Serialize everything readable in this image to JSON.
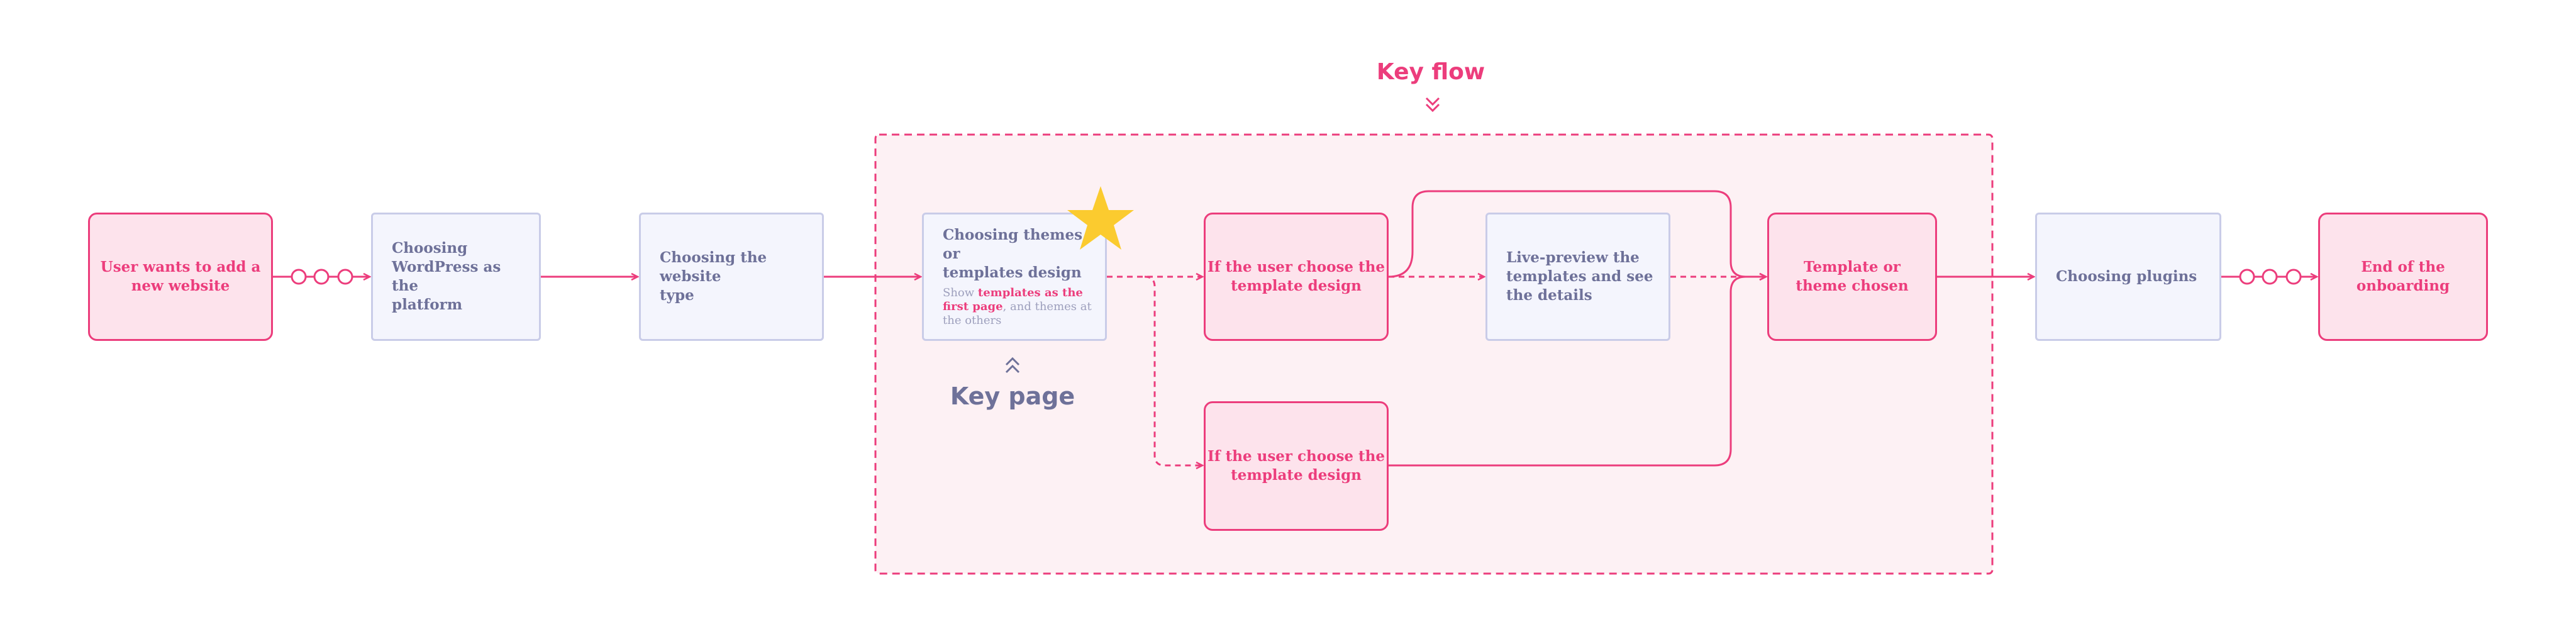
{
  "colors": {
    "accent": "#ec3d7c",
    "pink_fill": "#fde3ec",
    "region_fill": "#fdf1f4",
    "blue_fill": "#f4f5fd",
    "blue_border": "#c9cce8",
    "muted_text": "#6e7199",
    "star": "#fbcb2f"
  },
  "key_flow_label": "Key flow",
  "key_page_label": "Key page",
  "nodes": {
    "user_wants": "User wants to add a\nnew website",
    "choosing_wordpress": "Choosing\nWordPress as the\nplatform",
    "choosing_type": "Choosing the website\ntype",
    "choosing_themes": {
      "title": "Choosing themes or\ntemplates design",
      "sub_prefix": "Show ",
      "sub_highlight": "templates as the first page",
      "sub_suffix": ", and themes at the others"
    },
    "if_template_top": "If the user choose the\ntemplate design",
    "live_preview": "Live-preview the\ntemplates and see\nthe details",
    "if_template_bottom": "If the user choose the\ntemplate design",
    "template_chosen": "Template or\ntheme chosen",
    "choosing_plugins": "Choosing plugins",
    "end_onboarding": "End of the\nonboarding"
  }
}
